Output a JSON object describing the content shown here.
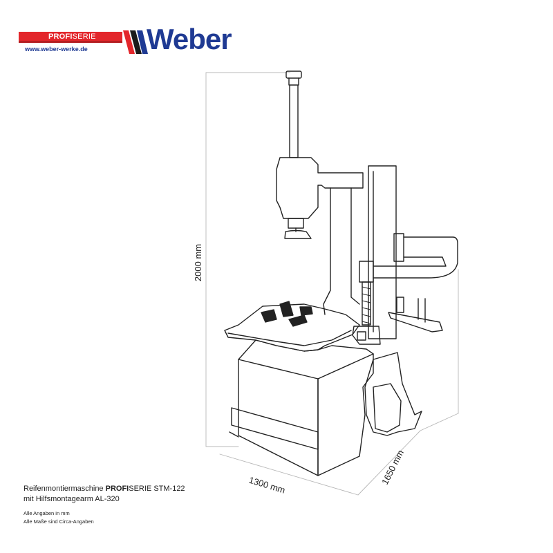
{
  "brand": {
    "series_prefix": "PROFI",
    "series_suffix": "SERIE",
    "name": "Weber",
    "url": "www.weber-werke.de",
    "colors": {
      "red": "#e3262b",
      "blue": "#1f3a93",
      "dark": "#1a1a1a"
    }
  },
  "dimensions": {
    "height": "2000 mm",
    "width": "1300 mm",
    "depth": "1650 mm"
  },
  "caption": {
    "line1_prefix": "Reifenmontiermaschine ",
    "line1_brand": "PROFI",
    "line1_suffix": "SERIE STM-122",
    "line2": "mit Hilfsmontagearm AL-320",
    "note1": "Alle Angaben in mm",
    "note2": "Alle Maße sind Circa-Angaben"
  }
}
